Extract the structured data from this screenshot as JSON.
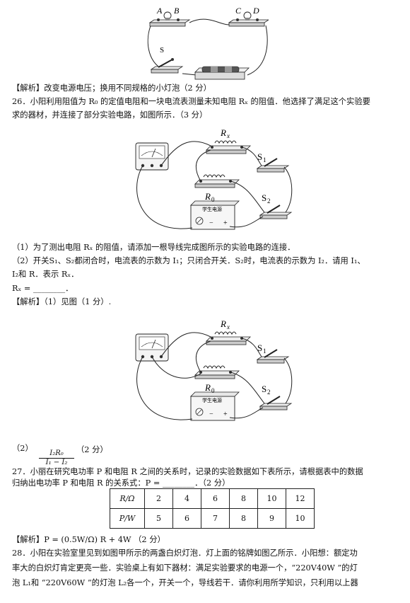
{
  "fig_top": {
    "labels": {
      "a": "A",
      "b": "B",
      "c": "C",
      "d": "D",
      "s": "S"
    }
  },
  "analysis_24": "【解析】改变电源电压；换用不同规格的小灯泡（2 分）",
  "q26": {
    "line1": "26．小阳利用阻值为 R₀ 的定值电阻和一块电流表测量未知电阻 Rₓ 的阻值．他选择了满足这个实验要",
    "line2": "求的器材，并连接了部分实验电路，如图所示．（3 分）",
    "fig_labels": {
      "rx": "R",
      "rx_sub": "x",
      "r0": "R",
      "r0_sub": "0",
      "s1": "S",
      "s1_sub": "1",
      "s2": "S",
      "s2_sub": "2",
      "power": "学生电源",
      "minus": "−",
      "plus": "+"
    },
    "part1": "（1）为了测出电阻 Rₓ 的阻值，请添加一根导线完成图所示的实验电路的连接．",
    "part2_l1": "（2）开关S₁、S₂都闭合时，电流表的示数为 I₁；只闭合开关．S₂时，电流表的示数为 I₂．请用 I₁、",
    "part2_l2": "I₂和 R．表示 Rₓ．",
    "answer_blank": "Rₓ = ________．",
    "analysis1": "【解析】（1）见图（1 分）.",
    "analysis2_prefix": "（2）",
    "analysis2_num": "I₂R₀",
    "analysis2_den": "I₁ − I₂",
    "analysis2_suffix": "（2 分）"
  },
  "q27": {
    "line1": "27．小丽在研究电功率 P 和电阻 R 之间的关系时，记录的实验数据如下表所示，请根据表中的数据",
    "line2": "归纳出电功率 P 和电阻 R 的关系式：P = ________．（2 分）",
    "table": {
      "row_r_label": "R/Ω",
      "row_r": [
        "2",
        "4",
        "6",
        "8",
        "10",
        "12"
      ],
      "row_p_label": "P/W",
      "row_p": [
        "5",
        "6",
        "7",
        "8",
        "9",
        "10"
      ]
    },
    "analysis": "【解析】P = (0.5W/Ω) R + 4W （2 分）"
  },
  "q28": {
    "line1": "28．小阳在实验室里见到如图甲所示的两盏白炽灯泡．灯上面的铭牌如图乙所示．小阳想：额定功",
    "line2": "率大的白炽灯肯定更亮一些．实验桌上有如下器材：满足实验要求的电源一个，“220V40W ”的灯",
    "line3": "泡 L₁和 “220V60W ”的灯泡 L₂各一个，开关一个，导线若干．请你利用所学知识，只利用以上器"
  }
}
